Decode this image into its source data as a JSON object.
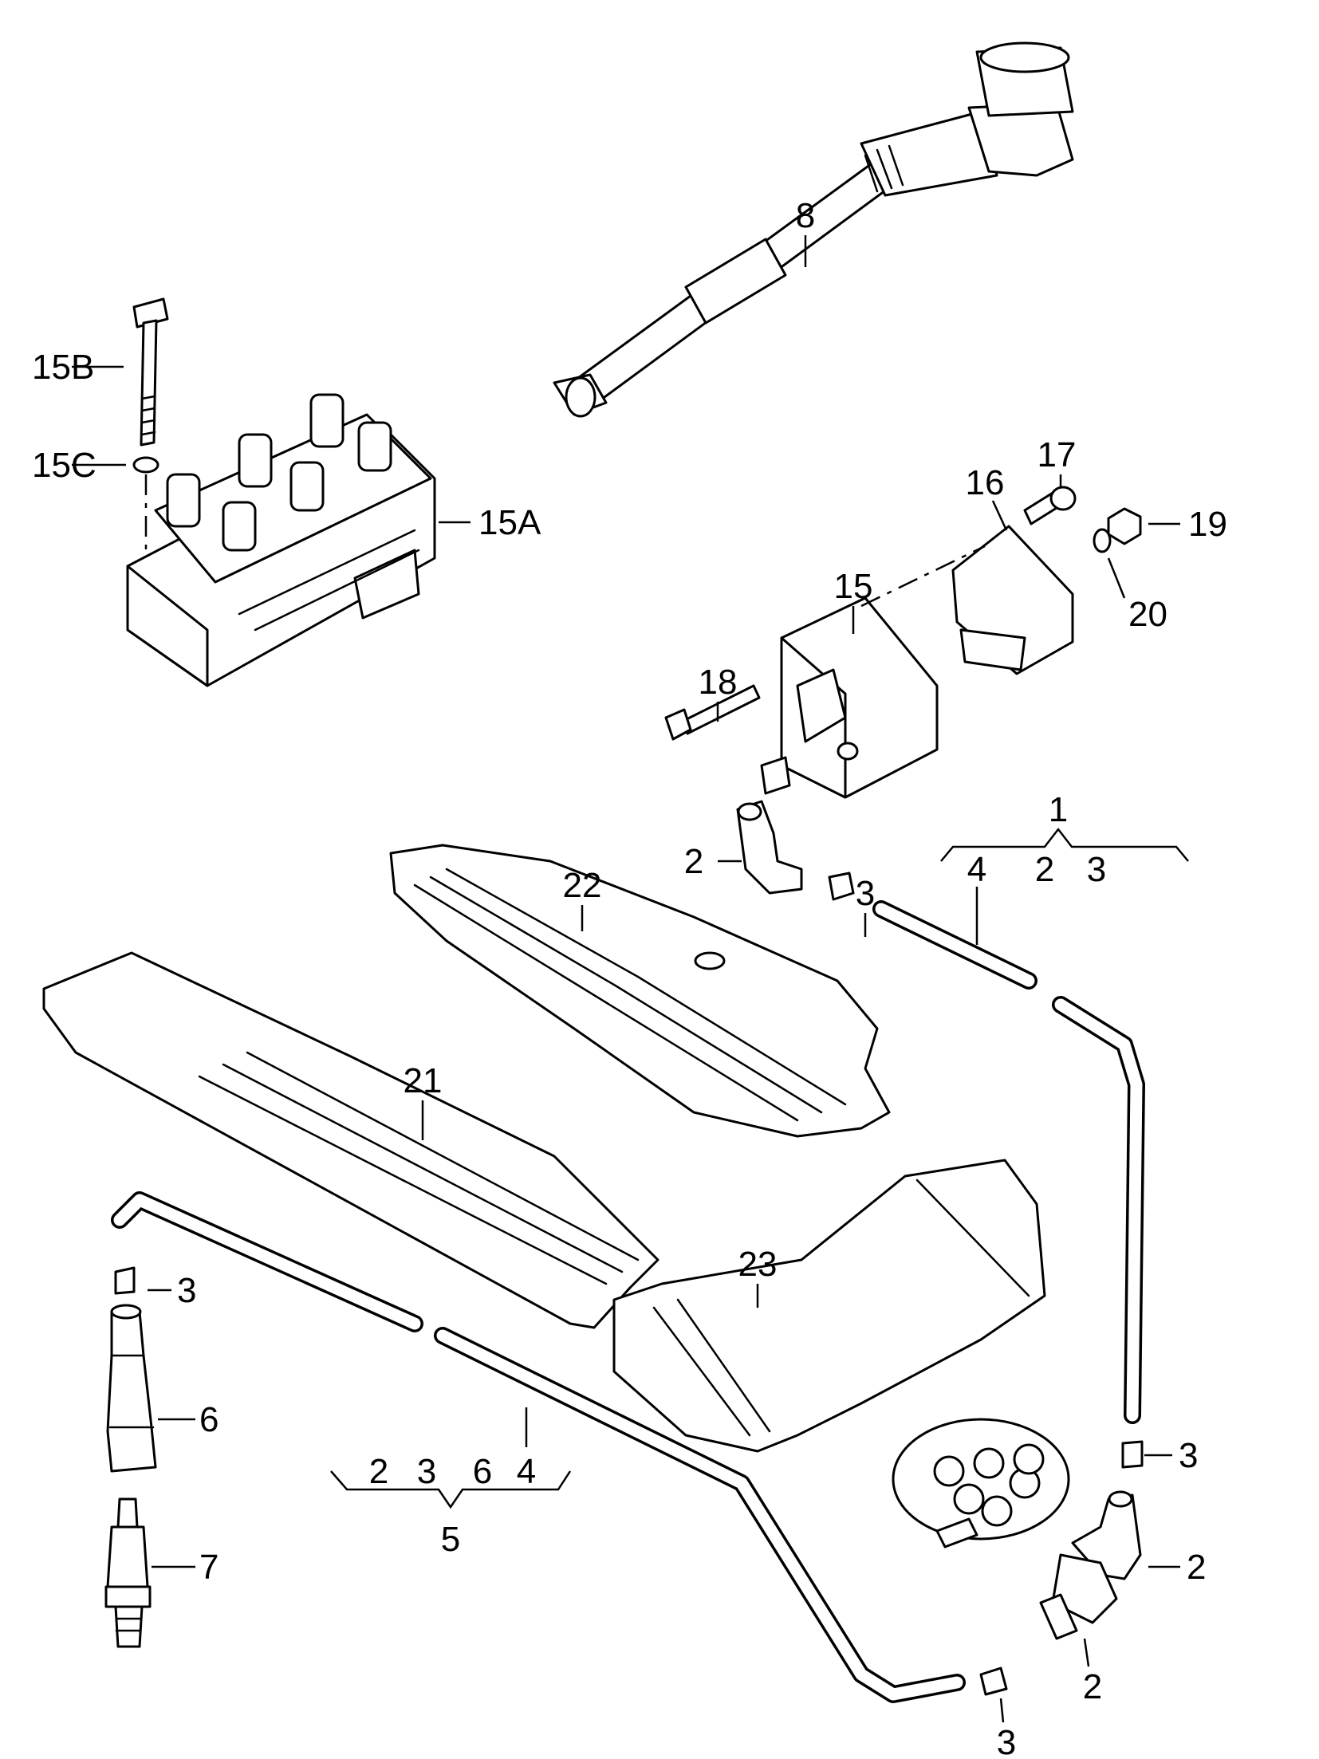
{
  "callouts": {
    "c1": "1",
    "c2a": "2",
    "c2b": "2",
    "c2c": "2",
    "c2d": "2",
    "c2e": "2",
    "c3a": "3",
    "c3b": "3",
    "c3c": "3",
    "c3d": "3",
    "c3e": "3",
    "c3f": "3",
    "c4a": "4",
    "c4b": "4",
    "c5": "5",
    "c6a": "6",
    "c6b": "6",
    "c7": "7",
    "c8": "8",
    "c15": "15",
    "c15a": "15A",
    "c15b": "15B",
    "c15c": "15C",
    "c16": "16",
    "c17": "17",
    "c18": "18",
    "c19": "19",
    "c20": "20",
    "c21": "21",
    "c22": "22",
    "c23": "23"
  }
}
